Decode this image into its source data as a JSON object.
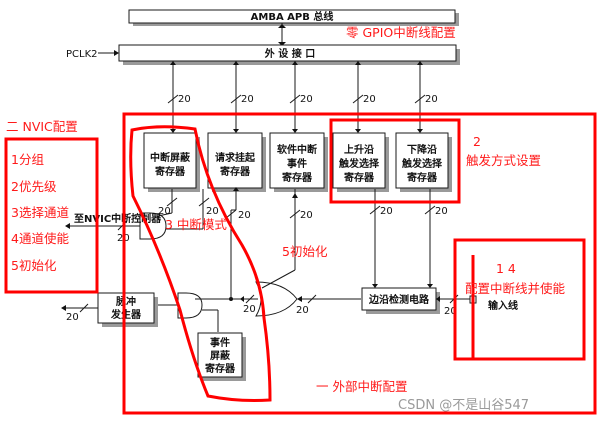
{
  "bus": {
    "amba": "AMBA APB 总线",
    "pclk": "PCLK2",
    "interface": "外 设 接 口"
  },
  "width_label": "20",
  "blocks": {
    "mask": [
      "中断屏蔽",
      "寄存器"
    ],
    "pending": [
      "请求挂起",
      "寄存器"
    ],
    "swi": [
      "软件中断",
      "事件",
      "寄存器"
    ],
    "rising": [
      "上升沿",
      "触发选择",
      "寄存器"
    ],
    "falling": [
      "下降沿",
      "触发选择",
      "寄存器"
    ],
    "edge": "边沿检测电路",
    "pulse": [
      "脉冲",
      "发生器"
    ],
    "evmask": [
      "事件",
      "屏蔽",
      "寄存器"
    ],
    "input_line": "输入线",
    "nvic_ctrl": "至NVIC中断控制器"
  },
  "annotations": {
    "zero": "零 GPIO中断线配置",
    "two_title": "二 NVIC配置",
    "nvic_steps": [
      "1分组",
      "2优先级",
      "3选择通道",
      "4通道使能",
      "5初始化"
    ],
    "trigger_num": "2",
    "trigger": "触发方式设置",
    "mode": "3  中断模式",
    "init5": "5初始化",
    "enable_num": "1  4",
    "enable": "配置中断线并使能",
    "one": "一  外部中断配置"
  },
  "watermark": "CSDN @不是山谷547"
}
